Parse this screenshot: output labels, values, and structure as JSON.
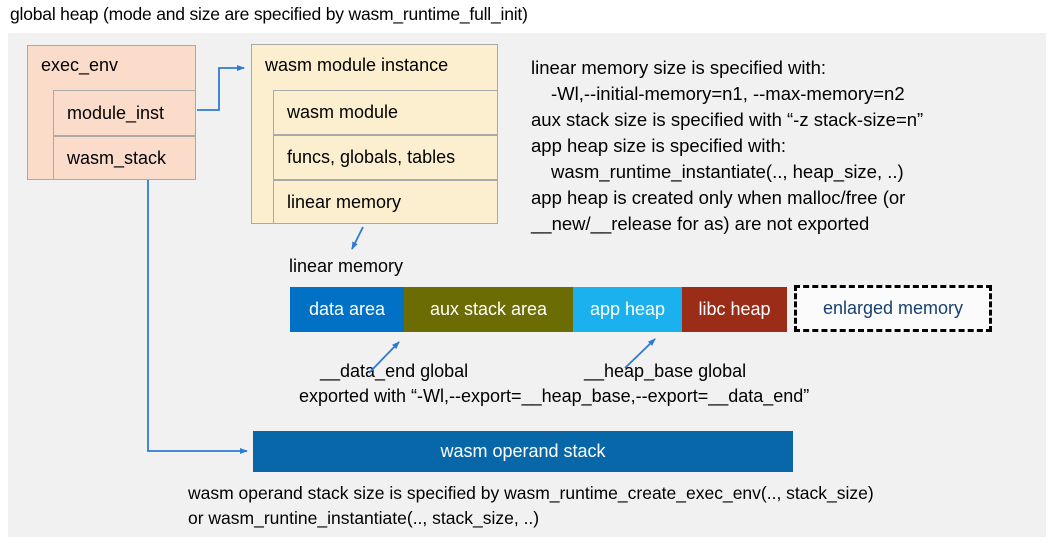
{
  "title": "global heap (mode and size are specified by wasm_runtime_full_init)",
  "exec_env": {
    "title": "exec_env",
    "rows": [
      "module_inst",
      "wasm_stack"
    ]
  },
  "module_instance": {
    "title": "wasm module instance",
    "rows": [
      "wasm module",
      "funcs, globals, tables",
      "linear memory"
    ]
  },
  "notes": {
    "lines": [
      "linear memory size is specified with:",
      "-Wl,--initial-memory=n1, --max-memory=n2",
      "aux stack size is specified with “-z stack-size=n”",
      "app heap size is specified with:",
      "wasm_runtime_instantiate(.., heap_size, ..)",
      "app heap is created only when malloc/free (or",
      "__new/__release for as) are not exported"
    ]
  },
  "linear_memory": {
    "label": "linear memory",
    "segments": [
      {
        "label": "data area",
        "color": "#0071c5"
      },
      {
        "label": "aux stack area",
        "color": "#6b6c04"
      },
      {
        "label": "app heap",
        "color": "#1bb1ef"
      },
      {
        "label": "libc heap",
        "color": "#9a2c18"
      }
    ],
    "enlarged_label": "enlarged memory"
  },
  "globals_labels": {
    "data_end": "__data_end global",
    "heap_base": "__heap_base global",
    "exported": "exported with “-Wl,--export=__heap_base,--export=__data_end”"
  },
  "operand_stack": {
    "label": "wasm operand stack"
  },
  "footer": {
    "lines": [
      "wasm operand stack size is specified by wasm_runtime_create_exec_env(.., stack_size)",
      "or wasm_runtine_instantiate(.., stack_size, ..)"
    ]
  },
  "colors": {
    "box_salmon": "#fbdccb",
    "box_cream": "#fcefd0",
    "data_area": "#0071c5",
    "aux_stack": "#6b6c04",
    "app_heap": "#1bb1ef",
    "libc_heap": "#9a2c18",
    "operand_stack_bar": "#0767a8",
    "enlarged_text": "#17406e",
    "arrow": "#2e7bd2",
    "panel_background": "#f1f1f2"
  }
}
